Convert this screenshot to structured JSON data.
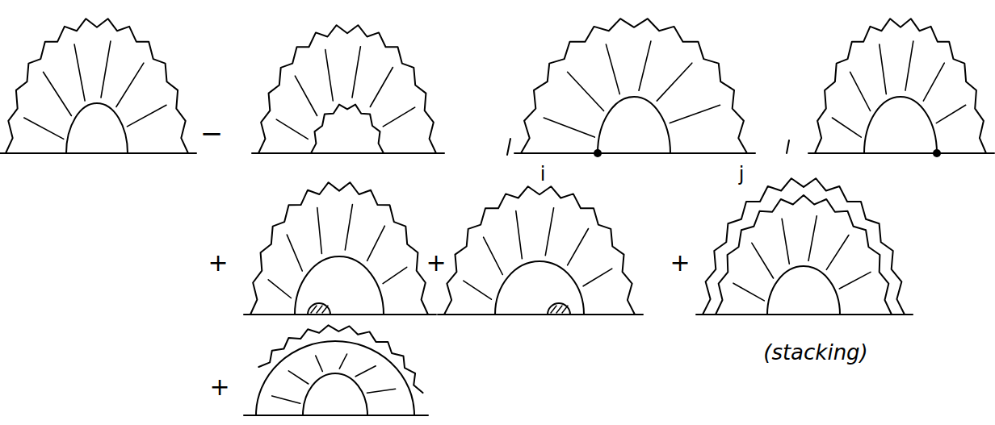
{
  "diagram": {
    "labels": [
      "−",
      "i",
      "j",
      "+",
      "+",
      "+",
      "(stacking)",
      "+"
    ]
  }
}
